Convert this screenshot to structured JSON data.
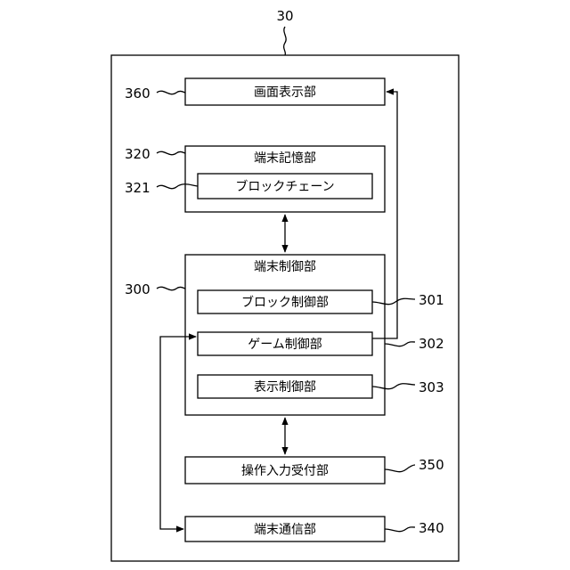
{
  "figure_label": "30",
  "blocks": {
    "screen_display": {
      "label": "画面表示部",
      "ref": "360"
    },
    "terminal_storage": {
      "label": "端末記憶部",
      "ref": "320"
    },
    "blockchain": {
      "label": "ブロックチェーン",
      "ref": "321"
    },
    "terminal_control": {
      "label": "端末制御部",
      "ref": "300"
    },
    "block_control": {
      "label": "ブロック制御部",
      "ref": "301"
    },
    "game_control": {
      "label": "ゲーム制御部",
      "ref": "302"
    },
    "display_control": {
      "label": "表示制御部",
      "ref": "303"
    },
    "operation_input": {
      "label": "操作入力受付部",
      "ref": "350"
    },
    "terminal_comm": {
      "label": "端末通信部",
      "ref": "340"
    }
  }
}
